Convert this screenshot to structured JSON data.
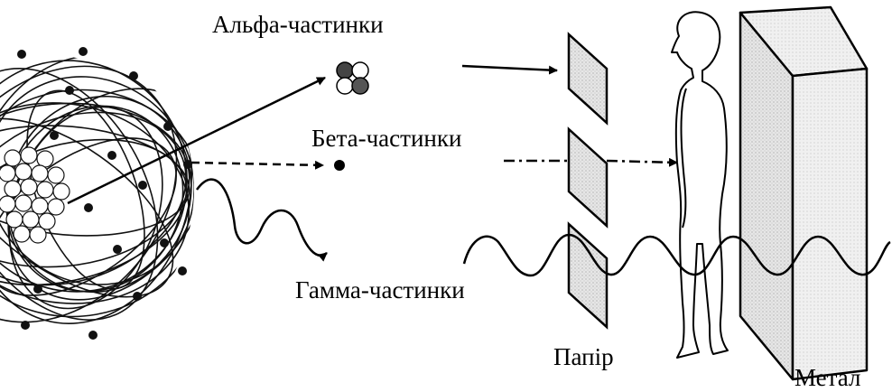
{
  "labels": {
    "alpha": "Альфа-частинки",
    "beta": "Бета-частинки",
    "gamma": "Гамма-частинки",
    "paper": "Папір",
    "metal": "Метал"
  }
}
